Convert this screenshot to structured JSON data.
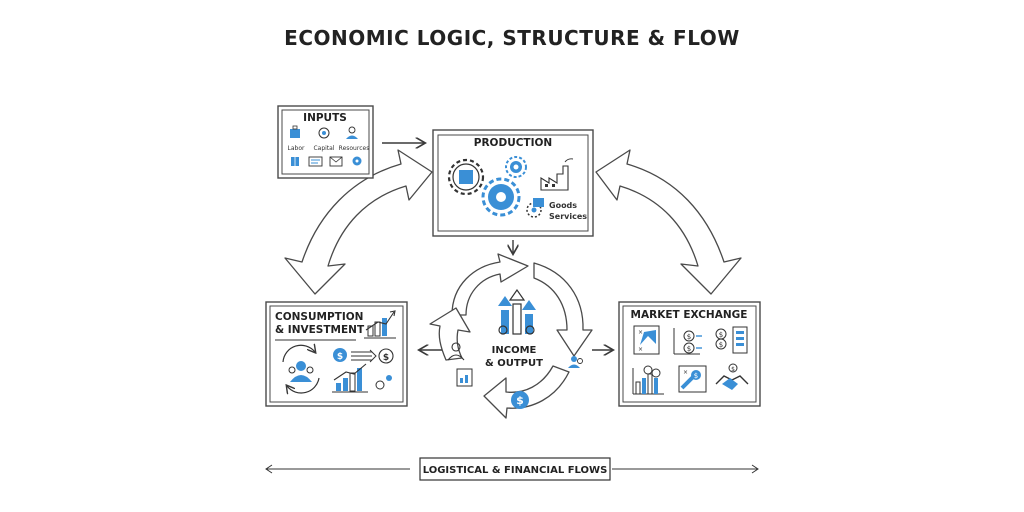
{
  "title": "ECONOMIC LOGIC, STRUCTURE & FLOW",
  "inputs": {
    "label": "INPUTS",
    "items": [
      "Labor",
      "Capital",
      "Resources"
    ]
  },
  "production": {
    "label": "PRODUCTION",
    "goods": "Goods",
    "services": "Services"
  },
  "consumption": {
    "line1": "CONSUMPTION",
    "line2": "& INVESTMENT"
  },
  "market": {
    "label": "MARKET EXCHANGE"
  },
  "center": {
    "line1": "INCOME",
    "line2": "& OUTPUT"
  },
  "footer": {
    "label": "LOGISTICAL & FINANCIAL FLOWS"
  },
  "colors": {
    "accent": "#3a8fd6",
    "line": "#3a3a3a"
  },
  "icons": [
    "toolbox-icon",
    "gear-people-icon",
    "person-icon",
    "gear-icon",
    "factory-icon",
    "dollar-icon",
    "bar-chart-icon",
    "handshake-icon",
    "document-icon",
    "mail-icon"
  ]
}
